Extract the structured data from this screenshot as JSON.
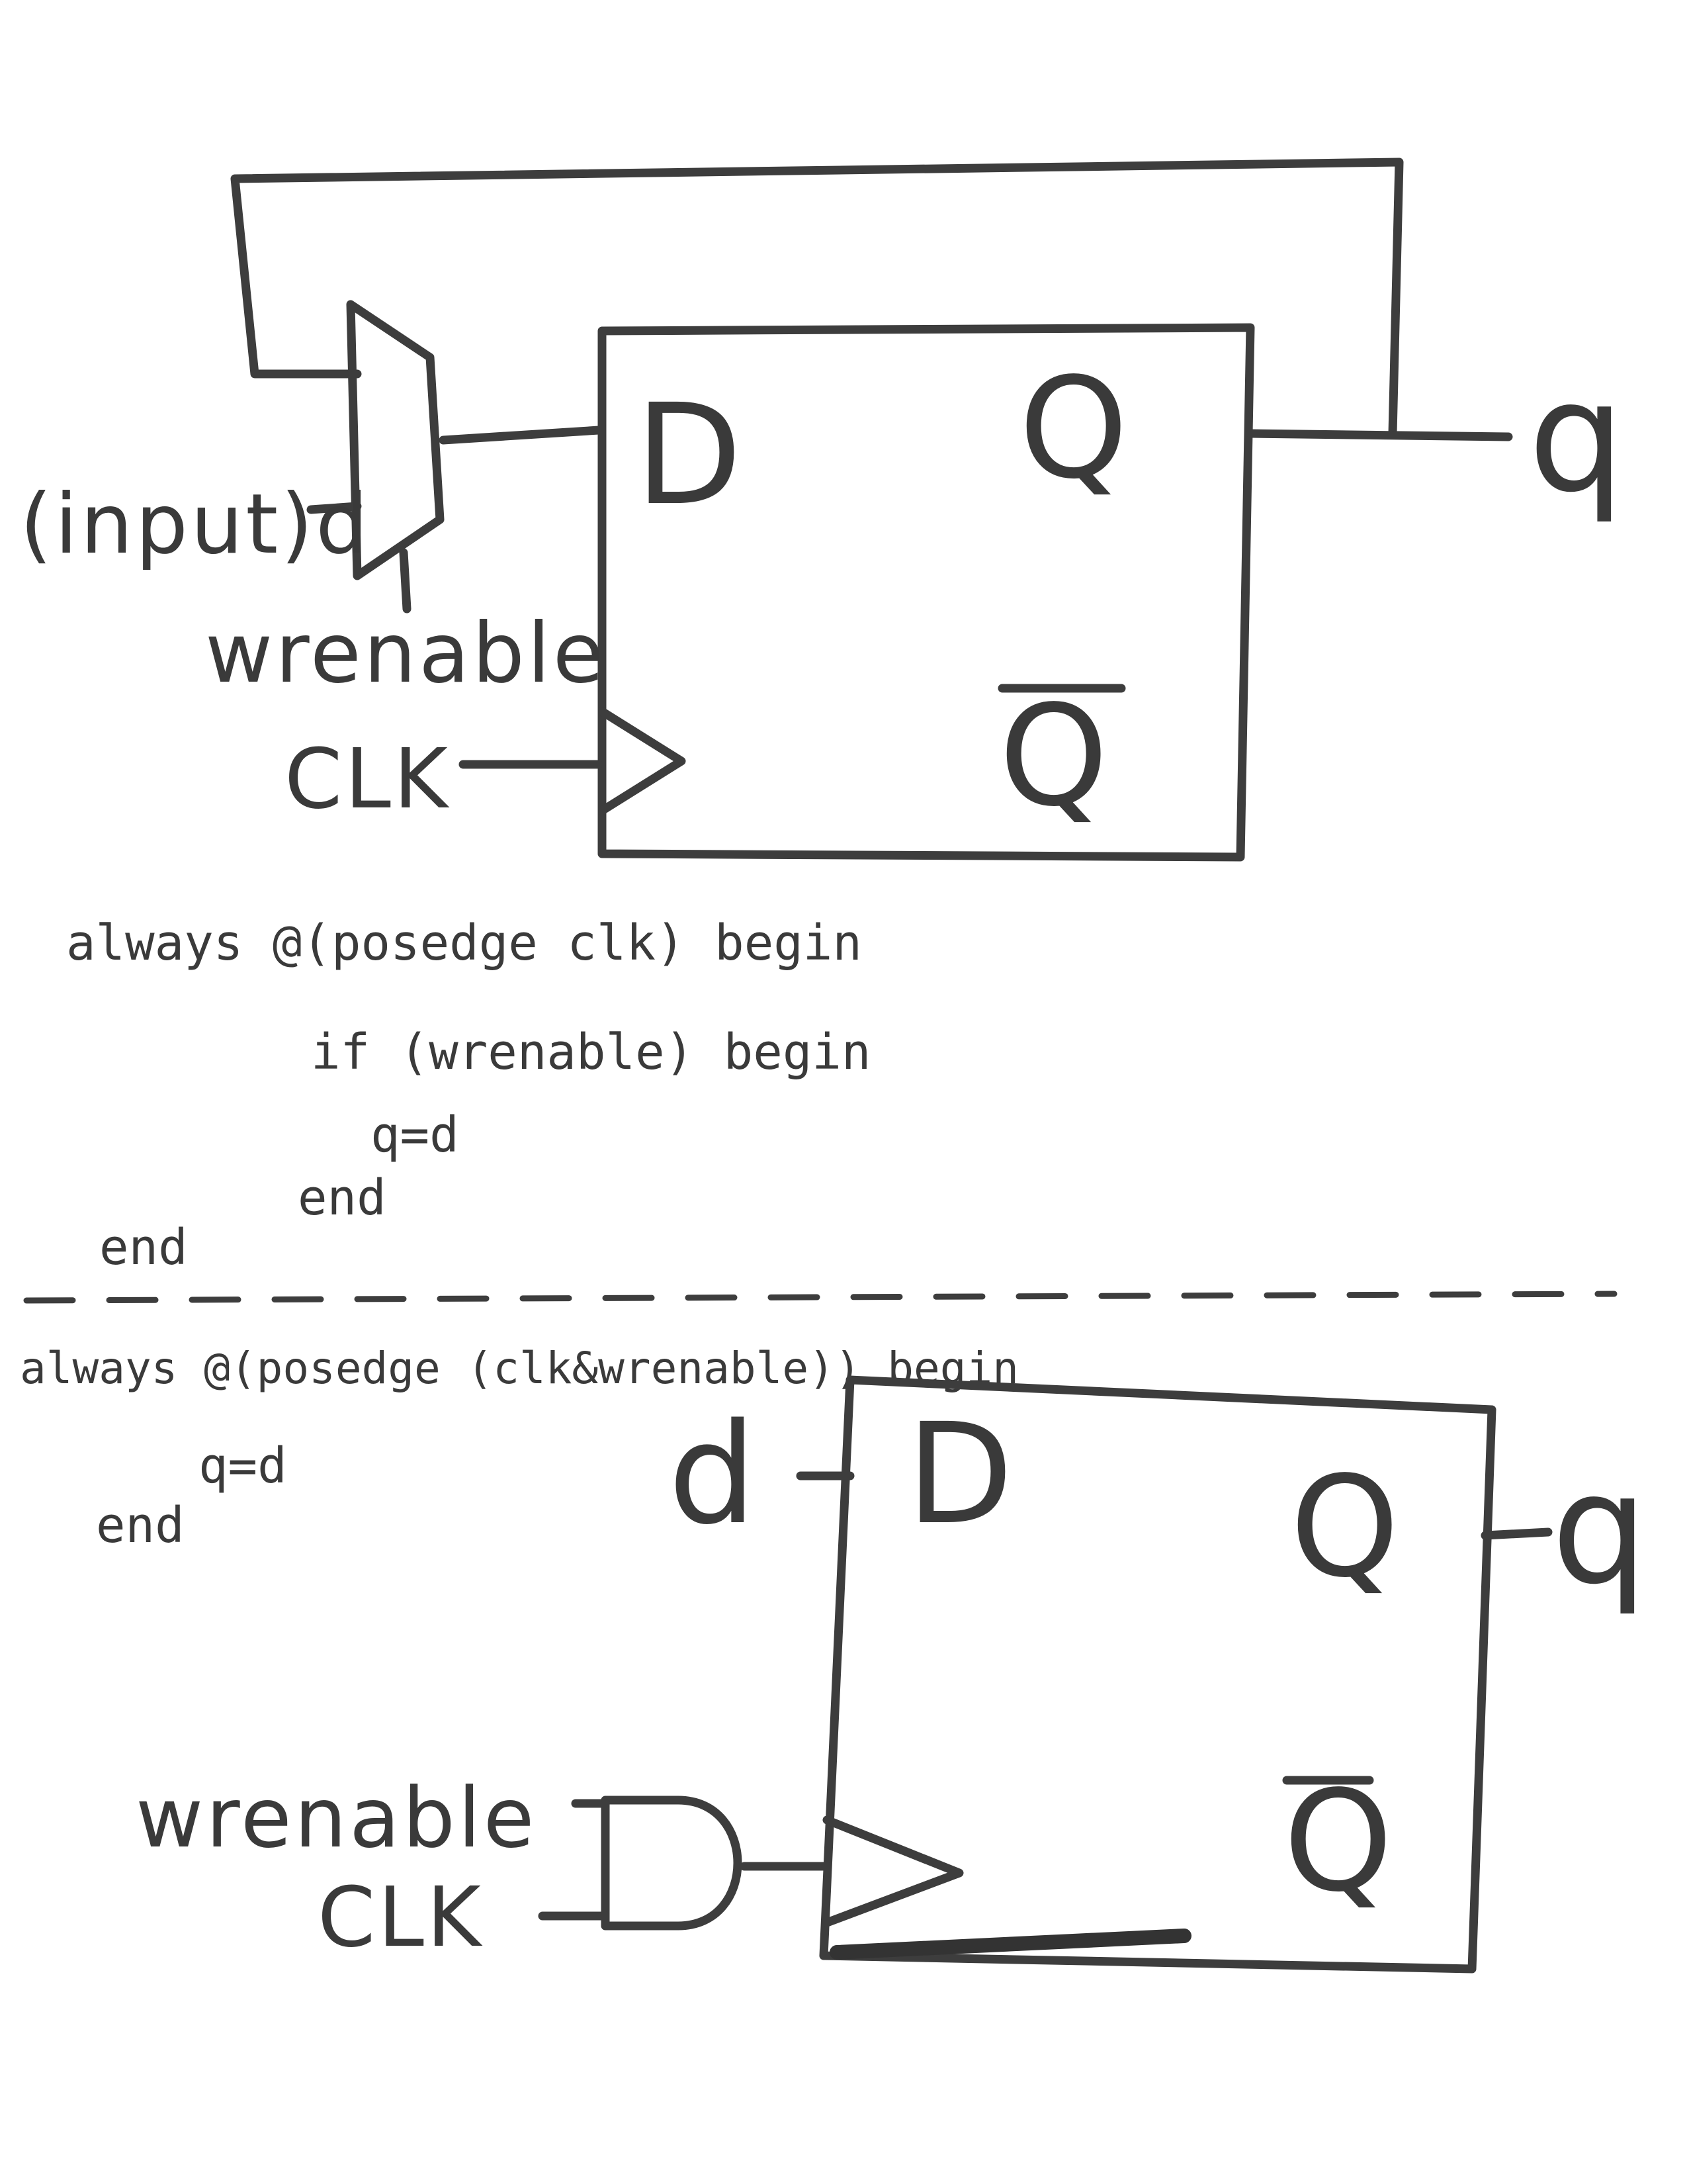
{
  "top_circuit": {
    "input_label": "(input)d",
    "wrenable_label": "wrenable",
    "clk_label": "CLK",
    "d_pin": "D",
    "q_pin": "Q",
    "qbar_pin": "Q",
    "output_label": "q"
  },
  "top_code": {
    "line1": "always @(posedge clk) begin",
    "line2": "if (wrenable) begin",
    "line3": "q=d",
    "line4": "end",
    "line5": "end"
  },
  "bottom_code": {
    "line1": "always @(posedge (clk&wrenable)) begin",
    "line2": "q=d",
    "line3": "end"
  },
  "bottom_circuit": {
    "d_label": "d",
    "d_pin": "D",
    "q_pin": "Q",
    "qbar_pin": "Q",
    "output_label": "q",
    "wrenable_label": "wrenable",
    "clk_label": "CLK"
  },
  "colors": {
    "ink": "#3a3a3a",
    "paper": "#ffffff"
  }
}
